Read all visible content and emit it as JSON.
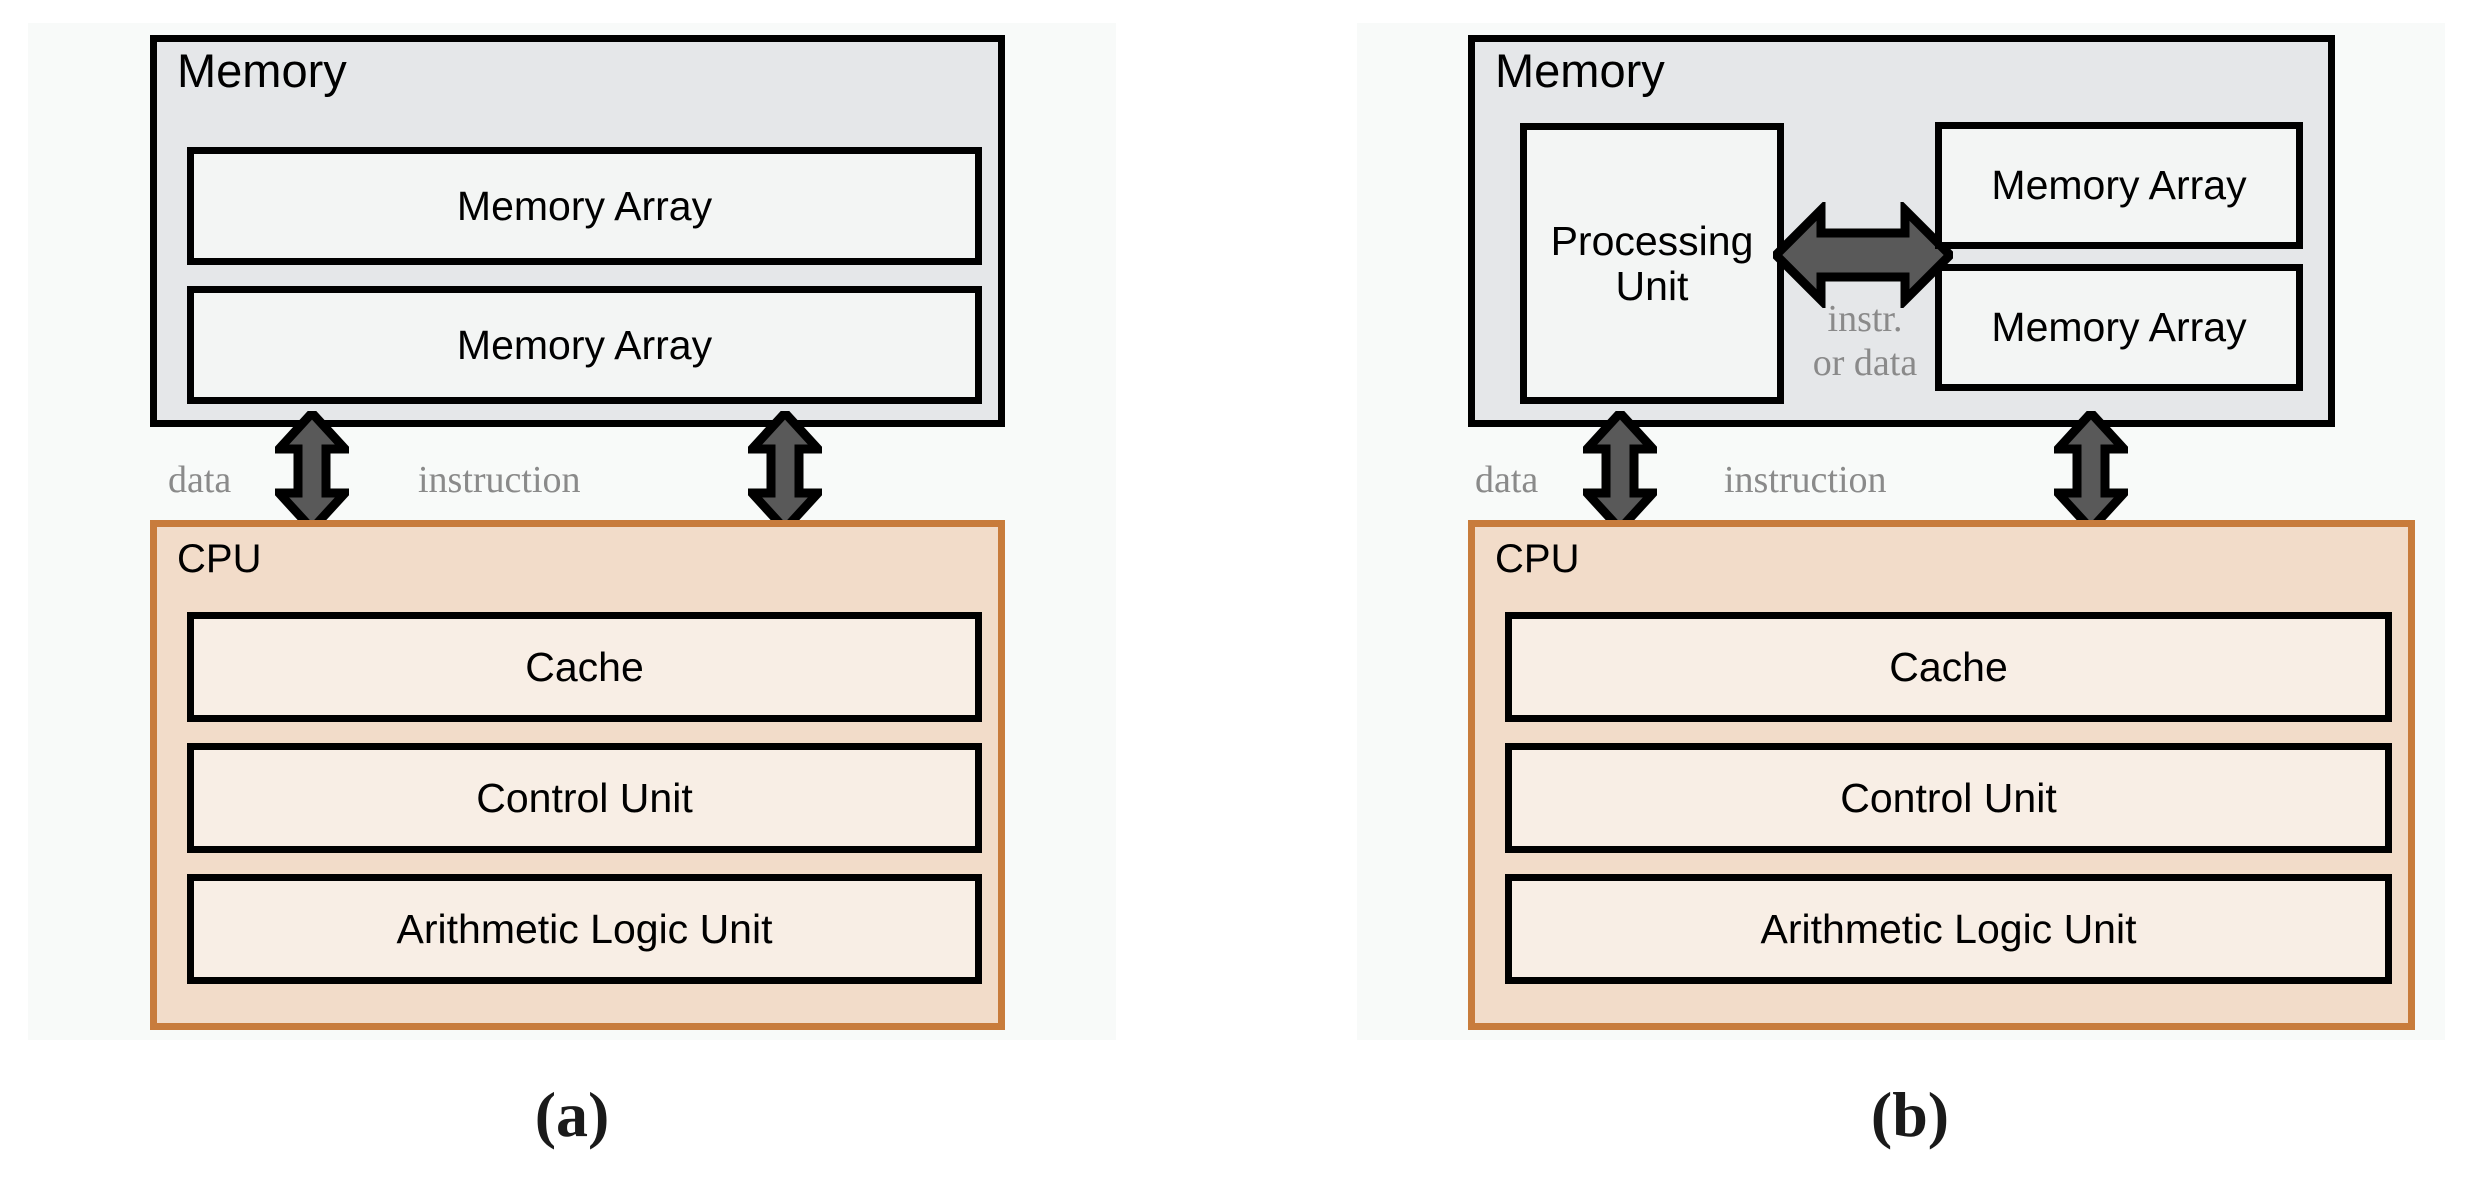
{
  "figure": {
    "caption_a": "(a)",
    "caption_b": "(b)"
  },
  "colors": {
    "panel_background": "#f8faf9",
    "memory_fill": "#e5e7e9",
    "memory_border": "#000000",
    "memory_array_fill": "#f3f5f4",
    "cpu_fill": "#f2dcc9",
    "cpu_border": "#c87c3c",
    "cpu_inner_fill": "#f8eee5",
    "arrow_fill": "#595959",
    "arrow_outline": "#000000",
    "bus_label_color": "#8a8a8a"
  },
  "panel_a": {
    "memory": {
      "title": "Memory",
      "blocks": [
        {
          "label": "Memory Array"
        },
        {
          "label": "Memory Array"
        }
      ]
    },
    "bus": {
      "data_label": "data",
      "instruction_label": "instruction",
      "data_arrow_icon": "double-headed-vertical-arrow-icon",
      "instruction_arrow_icon": "double-headed-vertical-arrow-icon"
    },
    "cpu": {
      "title": "CPU",
      "blocks": [
        {
          "label": "Cache"
        },
        {
          "label": "Control Unit"
        },
        {
          "label": "Arithmetic Logic Unit"
        }
      ]
    }
  },
  "panel_b": {
    "memory": {
      "title": "Memory",
      "processing_unit": {
        "label": "Processing Unit"
      },
      "blocks": [
        {
          "label": "Memory Array"
        },
        {
          "label": "Memory Array"
        }
      ],
      "internal_bus": {
        "label_line1": "instr.",
        "label_line2": "or data",
        "arrow_icon": "double-headed-horizontal-arrow-icon"
      }
    },
    "bus": {
      "data_label": "data",
      "instruction_label": "instruction",
      "data_arrow_icon": "double-headed-vertical-arrow-icon",
      "instruction_arrow_icon": "double-headed-vertical-arrow-icon"
    },
    "cpu": {
      "title": "CPU",
      "blocks": [
        {
          "label": "Cache"
        },
        {
          "label": "Control Unit"
        },
        {
          "label": "Arithmetic Logic Unit"
        }
      ]
    }
  }
}
